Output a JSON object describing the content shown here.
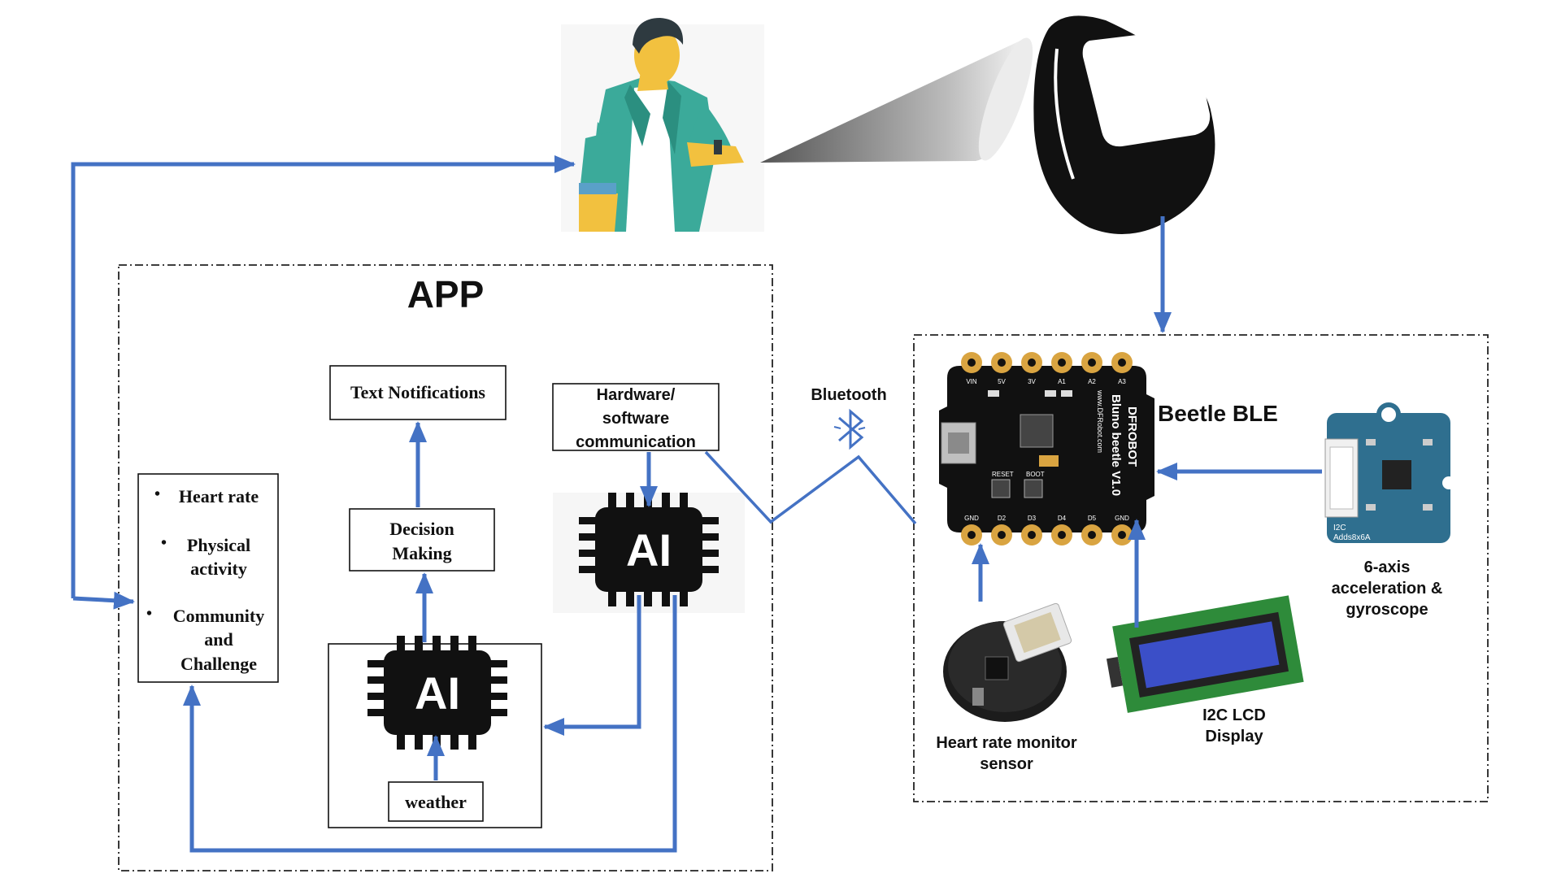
{
  "app": {
    "title": "APP"
  },
  "boxes": {
    "text_notifications": "Text Notifications",
    "hardware_comm": [
      "Hardware/",
      "software",
      "communication"
    ],
    "decision_making": [
      "Decision",
      "Making"
    ],
    "features": {
      "bullet": "•",
      "heart_rate": "Heart rate",
      "physical_activity": [
        "Physical",
        "activity"
      ],
      "community": [
        "Community",
        "and",
        "Challenge"
      ]
    },
    "weather": "weather",
    "ai_chip_label": "AI"
  },
  "link": {
    "bluetooth": "Bluetooth"
  },
  "hardware": {
    "board_title": "Beetle BLE",
    "board_silk": [
      "Bluno beetle V1.0",
      "DFROBOT",
      "www.DFRobot.com"
    ],
    "pin_labels_top": [
      "VIN",
      "5V",
      "3V",
      "A1",
      "A2",
      "A3"
    ],
    "pin_labels_bottom": [
      "GND",
      "D2",
      "D3",
      "D4",
      "D5",
      "GND"
    ],
    "buttons": [
      "RESET",
      "BOOT"
    ],
    "heart_sensor": [
      "Heart rate monitor",
      "sensor"
    ],
    "lcd": [
      "I2C LCD",
      "Display"
    ],
    "gyro": [
      "6-axis",
      "acceleration &",
      "gyroscope"
    ],
    "gyro_silk": [
      "I2C",
      "Adds8x6A"
    ]
  },
  "colors": {
    "arrow": "#4472C4",
    "board": "#111111",
    "gold": "#D9A441",
    "lcd_screen": "#3B4FC8",
    "lcd_pcb": "#2E8B3A",
    "gyro_pcb": "#2F6F8F",
    "shirt": "#3BAA9A",
    "skin": "#F2C13F"
  },
  "icons": [
    "person-checking-watch-icon",
    "smartwatch-icon",
    "bluetooth-icon",
    "ai-chip-icon"
  ]
}
